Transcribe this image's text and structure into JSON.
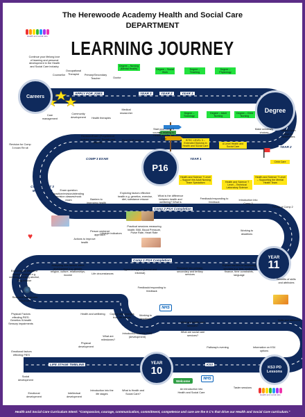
{
  "header": {
    "line1": "The Herewoode Academy Health and Social Care",
    "line2": "DEPARTMENT",
    "title": "LEARNING JOURNEY",
    "logo_left_caption": "Health and social care",
    "logo_right_caption": "Health and social care"
  },
  "milestones": {
    "careers": "Careers",
    "degree": "Degree",
    "p16": "P16",
    "year11_word": "YEAR",
    "year11_num": "11",
    "year10_word": "YEAR",
    "year10_num": "10",
    "ks3": "KS3 PD Lessons"
  },
  "road_labels": {
    "apply": "APPLY FOR JOBS",
    "y3": "YEAR 3",
    "y2": "YEAR 2",
    "y1": "YEAR 1",
    "y2b": "YEAR 2",
    "y1b": "YEAR 1",
    "comp3": "COMP 3 EXAM",
    "comp3_psa": "Comp 2 PSA Completion",
    "comp1_psa": "Comp 1 PSA Completion",
    "life_stage": "LIFE STAGE TIMELINE",
    "ks3": "KS3",
    "component3": "COMPONENT 3 MOCK EXAM"
  },
  "green_notes": {
    "g1": "Degree – Nursing (Mental Health)",
    "g2": "Degree – Social Work",
    "g3": "Degree – Teaching",
    "g4": "Degree – Physiology",
    "g5": "Degree – Sociology",
    "g6": "Degree – Adult Nursing",
    "g7": "Degree – Child Nursing"
  },
  "yellow_notes": {
    "y1": "BTEC LEVEL 3 – Extended Diploma in Health and Social Care",
    "y2": "A Level Health and Social Care",
    "y3": "Child Care",
    "y4": "Health and Science T Level – Support the Adult Nursing Team Specialism",
    "y5": "Health and Science T Level – Technical Laboratory Science",
    "y6": "Health and Science T Level – Supporting the Mental Health Team"
  },
  "texts": {
    "continue": "Continue your lifelong love of learning and personal development in the Health and Social Care industry",
    "occ_therapist": "Occupational Therapist",
    "counsellor": "Counsellor",
    "primary_teacher": "Primary/Secondary Teacher",
    "doctor": "Doctor",
    "care_mgmt": "Care management",
    "community": "Community development",
    "health_therapies": "Health therapies",
    "medical_researcher": "Medical researcher",
    "make_uni": "Make university choices",
    "attend_open": "Attend Open days for universities",
    "revision_exam": "Revision/Exam (Prep/Attend revision sessions/ Revisit past papers)",
    "final_ocr": "Final OCR exams",
    "start_l3": "Start your Level 3 courses relating to Health and Social Care",
    "revision_comp3": "Revision for Comp 3 exam Re sit",
    "exam_question": "Exam question practice/revision/attending revision classes/mock exam",
    "barriers": "Barriers to improving health",
    "person_centred": "Person centered approach",
    "exploring_factors": "Exploring factors effective health e.g. genetics, exercise, diet, substance misuse",
    "what_is_diff": "What is the difference between health and wellbeing? What is holistic health?",
    "feedback_improve": "Feedback/responding to feedback",
    "intro_comp3": "Introduction into Comp 3",
    "recap_comp2": "Recap of Comp 2",
    "actions_improve": "Actions to improve health",
    "lifestyle": "Lifestyle indicators",
    "practical": "Practical sessions measuring health: BMI, Blood Pressure, Pulse Rate, Heart Rate",
    "working_deadlines": "Working to deadlines",
    "exploring_effects": "Exploring the effects of lifestyle choices e.g. smoking, drinking alcohol, drug misuse",
    "analysing": "Analysing how factors affect development e.g. gender, religion, culture, relationships, income",
    "life_circumstances": "Life circumstances",
    "types_support": "Types of support (formal and informal)",
    "research_primary": "Research into primary, secondary and tertiary services",
    "explain_barriers": "Explain barriers to accessing services e.g. fear, location, finance, time constraints, language",
    "benefits": "Benefits of skills and attributes",
    "feedback2": "Feedback/responding to feedback",
    "research_genetic": "Research into genetic influences",
    "physical_factors": "Physical Factors effecting PIES: Genetics Ill-health Sensory impairments",
    "health_wellbeing": "Health and wellbeing",
    "coping": "Coping with changes from life events",
    "working_deadlines2": "Working to deadlines",
    "health_services": "What are health care services?",
    "social_services": "What are social care services?",
    "skills": "Skills and attributes",
    "emotional_factors": "Emotional factors effecting PIES",
    "physical_dev": "Physical development",
    "what_milestones": "What are milestones?",
    "intro_pies": "Introduction into the PIES (development)",
    "pathway": "Pathway's evening",
    "info_ks4": "Information on KS4 options",
    "social_dev": "Social development",
    "emotional_dev": "Emotional development",
    "intellectual_dev": "Intellectual development",
    "intro_life_stages": "Introduction into the life stages",
    "what_is_hsc": "What is Health and Social Care?",
    "intro_hsc": "An introduction into Health and Social Care",
    "taster": "Taster sessions",
    "nhs1": "NHS",
    "nhs2": "NHS",
    "welcome": "Welcome"
  },
  "footer": "Health and Social Care Curriculum Intent: \"Compassion, courage, communication, commitment, competence and care are the 6 C's that drive our Health and Social Care curriculum.\"",
  "colors": {
    "road": "#0f2a5c",
    "frame": "#5b2c86",
    "green": "#22e13d",
    "yellow": "#ffe516"
  }
}
